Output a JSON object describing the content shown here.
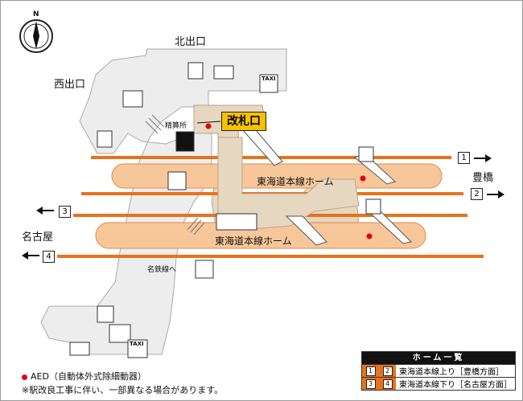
{
  "compass": {
    "label": "N"
  },
  "exits": {
    "north": "北出口",
    "west": "西出口"
  },
  "ticket_gate": "改札口",
  "fare_adjustment": "精算所",
  "platform_label_1": "東海道本線ホーム",
  "platform_label_2": "東海道本線ホーム",
  "meitetsu_label": "名鉄線へ",
  "directions": {
    "toyohashi": "豊橋",
    "nagoya": "名古屋"
  },
  "track_numbers": [
    "1",
    "2",
    "3",
    "4"
  ],
  "taxi": "TAXI",
  "legend": {
    "title": "ホーム一覧",
    "rows": [
      {
        "nums": [
          "1",
          "2"
        ],
        "text": "東海道本線上り［豊橋方面］"
      },
      {
        "nums": [
          "3",
          "4"
        ],
        "text": "東海道本線下り［名古屋方面］"
      }
    ]
  },
  "notes": {
    "aed": "AED（自動体外式除細動器）",
    "construction": "※駅改良工事に伴い、一部異なる場合があります。"
  },
  "colors": {
    "track": "#e8721c",
    "platform": "#f7c79a",
    "concourse": "#e6d7c0",
    "floor": "#ededed",
    "gate": "#f6c200",
    "aed": "#e60012"
  }
}
